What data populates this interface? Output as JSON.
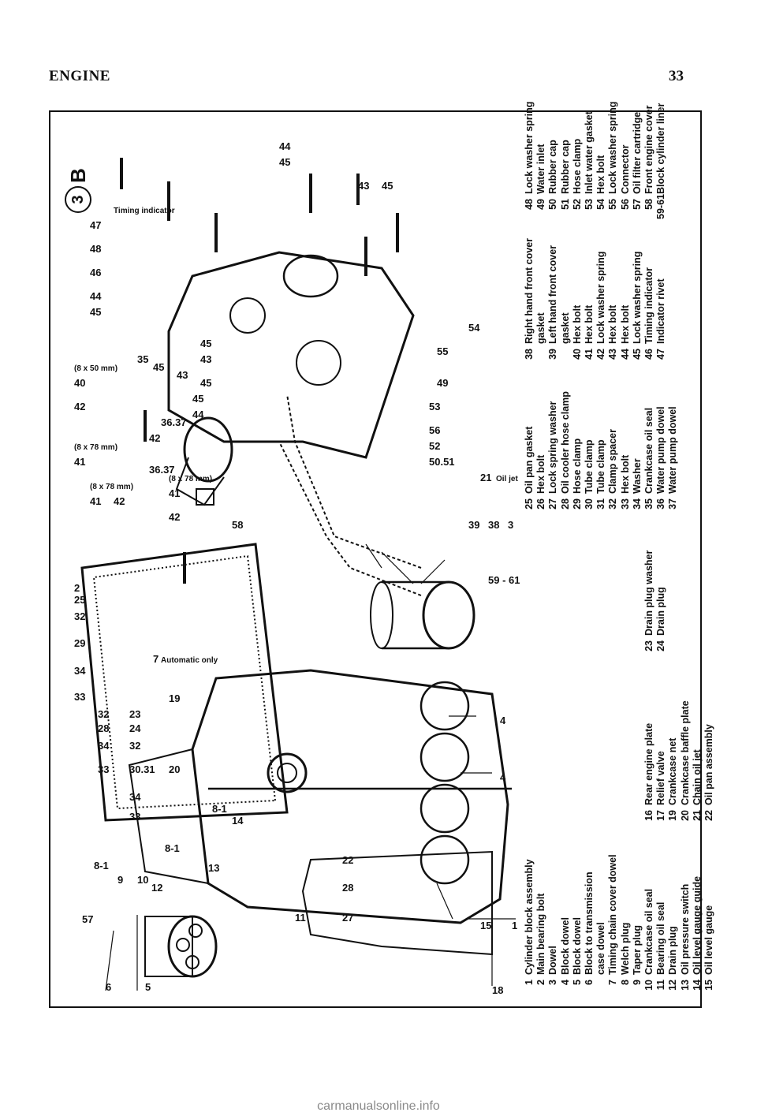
{
  "header": {
    "section": "ENGINE",
    "page_number": "33"
  },
  "figure": {
    "id_number": "3",
    "id_letter": "B"
  },
  "callouts": {
    "c5": "5",
    "c6": "6",
    "c18": "18",
    "c1": "1",
    "c15": "15",
    "c4a": "4",
    "c4b": "4",
    "c59": "59 - 61",
    "c3": "3",
    "c38": "38",
    "c39": "39",
    "c57": "57",
    "c9": "9",
    "c12": "12",
    "c10": "10",
    "c8a": "8-1",
    "c8b": "8-1",
    "c8c": "8-1",
    "c13": "13",
    "c14": "14",
    "c11": "11",
    "c27": "27",
    "c28": "28",
    "c22": "22",
    "c20": "20",
    "c19": "19",
    "c7": "7",
    "c2": "2",
    "c25": "25",
    "c32a": "32",
    "c29": "29",
    "c34a": "34",
    "c33a": "33",
    "c23": "23",
    "c24": "24",
    "c32b": "32",
    "c28b": "28",
    "c34b": "34",
    "c33b": "33",
    "c32c": "32",
    "c3031": "30.31",
    "c34c": "34",
    "c33c": "33",
    "c21": "21",
    "oiljet": "Oil jet",
    "c5051": "50.51",
    "c52": "52",
    "c56": "56",
    "c53": "53",
    "c49": "49",
    "c55": "55",
    "c54": "54",
    "c58": "58",
    "c42a": "42",
    "c41a": "41",
    "size41a": "(8 x 78 mm)",
    "c3637a": "36.37",
    "c42b": "42",
    "c3637b": "36.37",
    "c35": "35",
    "c45a": "45",
    "c43a": "43",
    "c45b": "45",
    "c43b": "43",
    "c45c": "45",
    "c44a": "44",
    "c45d": "45",
    "c41b": "41",
    "size41b": "(8 x 78 mm)",
    "c42c": "42",
    "c41c": "41",
    "size41c": "(8 x 78 mm)",
    "c42d": "42",
    "c45e": "45",
    "c44b": "44",
    "c40": "40",
    "size40": "(8 x 50 mm)",
    "c46": "46",
    "c48": "48",
    "c47": "47",
    "timing": "Timing indicator",
    "c45f": "45",
    "c43c": "43",
    "c45g": "45",
    "c44c": "44"
  },
  "automatic_note": "Automatic only",
  "legend": {
    "col1": [
      {
        "n": "1",
        "t": "Cylinder block assembly"
      },
      {
        "n": "2",
        "t": "Main bearing bolt"
      },
      {
        "n": "3",
        "t": "Dowel"
      },
      {
        "n": "4",
        "t": "Block dowel"
      },
      {
        "n": "5",
        "t": "Block dowel"
      },
      {
        "n": "6",
        "t": "Block to transmission"
      },
      {
        "n": "",
        "t": "case dowel"
      },
      {
        "n": "7",
        "t": "Timing chain cover dowel"
      },
      {
        "n": "8",
        "t": "Welch plug"
      },
      {
        "n": "9",
        "t": "Taper plug"
      },
      {
        "n": "10",
        "t": "Crankcase oil seal"
      },
      {
        "n": "11",
        "t": "Bearing oil seal"
      },
      {
        "n": "12",
        "t": "Drain plug"
      },
      {
        "n": "13",
        "t": "Oil pressure switch"
      },
      {
        "n": "14",
        "t": "Oil level gauge guide"
      },
      {
        "n": "15",
        "t": "Oil level gauge"
      }
    ],
    "col2": [
      {
        "n": "16",
        "t": "Rear engine plate"
      },
      {
        "n": "17",
        "t": "Relief valve"
      },
      {
        "n": "19",
        "t": "Crankcase net"
      },
      {
        "n": "20",
        "t": "Crankcase baffle plate"
      },
      {
        "n": "21",
        "t": "Chain oil jet"
      },
      {
        "n": "22",
        "t": "Oil pan assembly"
      }
    ],
    "col3": [
      {
        "n": "23",
        "t": "Drain plug washer"
      },
      {
        "n": "24",
        "t": "Drain plug"
      }
    ],
    "col4": [
      {
        "n": "25",
        "t": "Oil pan gasket"
      },
      {
        "n": "26",
        "t": "Hex bolt"
      },
      {
        "n": "27",
        "t": "Lock spring washer"
      },
      {
        "n": "28",
        "t": "Oil cooler hose clamp"
      },
      {
        "n": "29",
        "t": "Hose clamp"
      },
      {
        "n": "30",
        "t": "Tube clamp"
      },
      {
        "n": "31",
        "t": "Tube clamp"
      },
      {
        "n": "32",
        "t": "Clamp spacer"
      },
      {
        "n": "33",
        "t": "Hex bolt"
      },
      {
        "n": "34",
        "t": "Washer"
      },
      {
        "n": "35",
        "t": "Crankcase oil seal"
      },
      {
        "n": "36",
        "t": "Water pump dowel"
      },
      {
        "n": "37",
        "t": "Water pump dowel"
      }
    ],
    "col5": [
      {
        "n": "38",
        "t": "Right hand front cover"
      },
      {
        "n": "",
        "t": "gasket"
      },
      {
        "n": "39",
        "t": "Left hand front cover"
      },
      {
        "n": "",
        "t": "gasket"
      },
      {
        "n": "40",
        "t": "Hex bolt"
      },
      {
        "n": "41",
        "t": "Hex bolt"
      },
      {
        "n": "42",
        "t": "Lock washer spring"
      },
      {
        "n": "43",
        "t": "Hex bolt"
      },
      {
        "n": "44",
        "t": "Hex bolt"
      },
      {
        "n": "45",
        "t": "Lock washer spring"
      },
      {
        "n": "46",
        "t": "Timing indicator"
      },
      {
        "n": "47",
        "t": "Indicator rivet"
      }
    ],
    "col6": [
      {
        "n": "48",
        "t": "Lock washer spring"
      },
      {
        "n": "49",
        "t": "Water inlet"
      },
      {
        "n": "50",
        "t": "Rubber cap"
      },
      {
        "n": "51",
        "t": "Rubber cap"
      },
      {
        "n": "52",
        "t": "Hose clamp"
      },
      {
        "n": "53",
        "t": "Inlet water gasket"
      },
      {
        "n": "54",
        "t": "Hex bolt"
      },
      {
        "n": "55",
        "t": "Lock washer spring"
      },
      {
        "n": "56",
        "t": "Connector"
      },
      {
        "n": "57",
        "t": "Oil filter cartridge"
      },
      {
        "n": "58",
        "t": "Front engine cover"
      },
      {
        "n": "59-61",
        "t": "Block cylinder liner"
      }
    ]
  },
  "footer": {
    "watermark": "carmanualsonline.info"
  }
}
